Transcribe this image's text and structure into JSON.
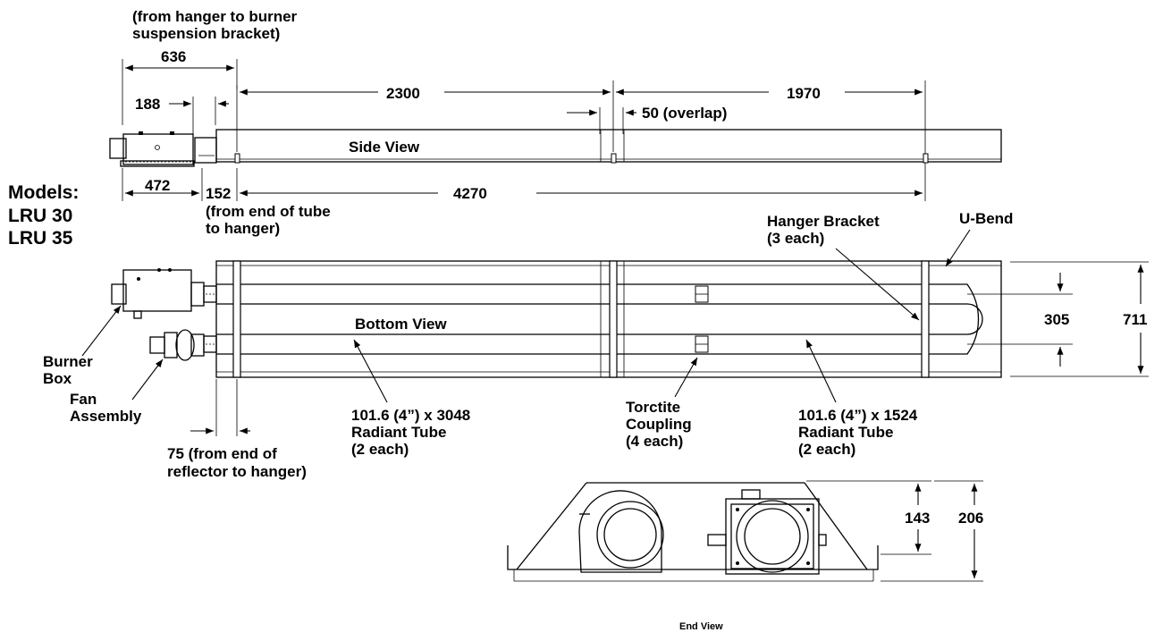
{
  "models": {
    "heading": "Models:",
    "items": [
      "LRU 30",
      "LRU 35"
    ]
  },
  "side_view": {
    "title": "Side View",
    "note_top_line1": "(from hanger to burner",
    "note_top_line2": "suspension bracket)",
    "dim_636": "636",
    "dim_188": "188",
    "dim_2300": "2300",
    "dim_1970": "1970",
    "dim_50": "50 (overlap)",
    "dim_472": "472",
    "dim_152": "152",
    "dim_4270": "4270",
    "note_tube_line1": "(from end of tube",
    "note_tube_line2": "to hanger)"
  },
  "bottom_view": {
    "title": "Bottom View",
    "hanger_bracket_line1": "Hanger Bracket",
    "hanger_bracket_line2": "(3 each)",
    "u_bend": "U-Bend",
    "dim_305": "305",
    "dim_711": "711",
    "burner_box_line1": "Burner",
    "burner_box_line2": "Box",
    "fan_assembly_line1": "Fan",
    "fan_assembly_line2": "Assembly",
    "tube1_line1": "101.6 (4”) x 3048",
    "tube1_line2": "Radiant Tube",
    "tube1_line3": "(2 each)",
    "coupling_line1": "Torctite",
    "coupling_line2": "Coupling",
    "coupling_line3": "(4 each)",
    "tube2_line1": "101.6 (4”) x 1524",
    "tube2_line2": "Radiant Tube",
    "tube2_line3": "(2 each)",
    "dim_75_line1": "75 (from end of",
    "dim_75_line2": "reflector to hanger)"
  },
  "end_view": {
    "title": "End View",
    "dim_143": "143",
    "dim_206": "206"
  }
}
